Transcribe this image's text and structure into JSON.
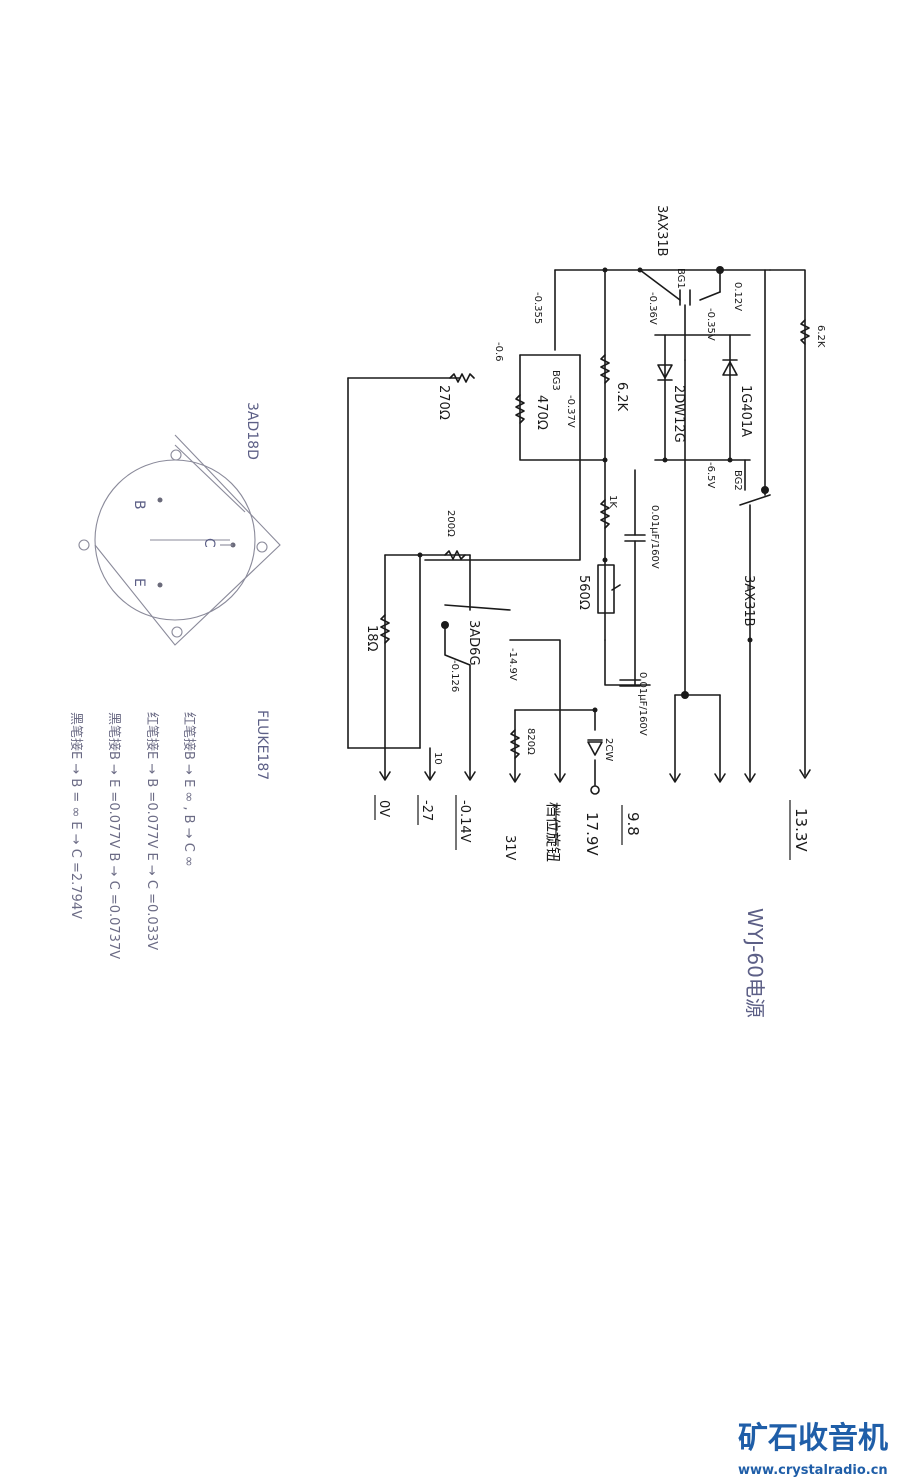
{
  "schematic": {
    "title": "WYJ-60电源",
    "transistors": {
      "top_part": "3AX31B",
      "bg1": "BG1",
      "bg2": "BG2",
      "bg2_part": "3AX31B",
      "bg3": "BG3",
      "power": "3AD6G"
    },
    "components": {
      "r_62k_top": "6.2K",
      "r_62k_mid": "6.2K",
      "r_270": "270Ω",
      "r_470": "470Ω",
      "r_200": "200Ω",
      "r_18": "18Ω",
      "r_1k": "1K",
      "pot_560": "560Ω",
      "r_820": "820Ω",
      "zener": "2DW12G",
      "diode": "1G401A",
      "cap_1": "0.01μF/160V",
      "cap_2": "0.01μF/160V",
      "zener_2cw": "2CW"
    },
    "voltages": {
      "bg1_b": "-0.36V",
      "bg1_e": "-0.35V",
      "bg1_c": "0.12V",
      "bg3_b": "-0.355",
      "bg3_e": "-0.6",
      "bg3_c": "-0.37V",
      "bg2_e": "-6.5V",
      "power_e": "-14.9V",
      "power_b": "-0.126",
      "ten": "10"
    },
    "outputs": [
      "0V",
      "-27",
      "-0.14V",
      "31V",
      "17.9V",
      "9.8",
      "13.3V"
    ],
    "pot_note": "档位旋钮"
  },
  "pinout": {
    "part": "3AD18D",
    "pins": {
      "c": "C",
      "b": "B",
      "e": "E"
    }
  },
  "notes": {
    "meter": "FLUKE187",
    "lines": [
      "红笔接B → E ∞ , B → C ∞",
      "红笔接E → B =0.077V E → C =0.033V",
      "黑笔接B → E =0.077V B → C =0.0737V",
      "黑笔接E → B = ∞  E → C =2.794V"
    ]
  },
  "watermark": {
    "brand": "矿石收音机",
    "url": "www.crystalradio.cn"
  }
}
